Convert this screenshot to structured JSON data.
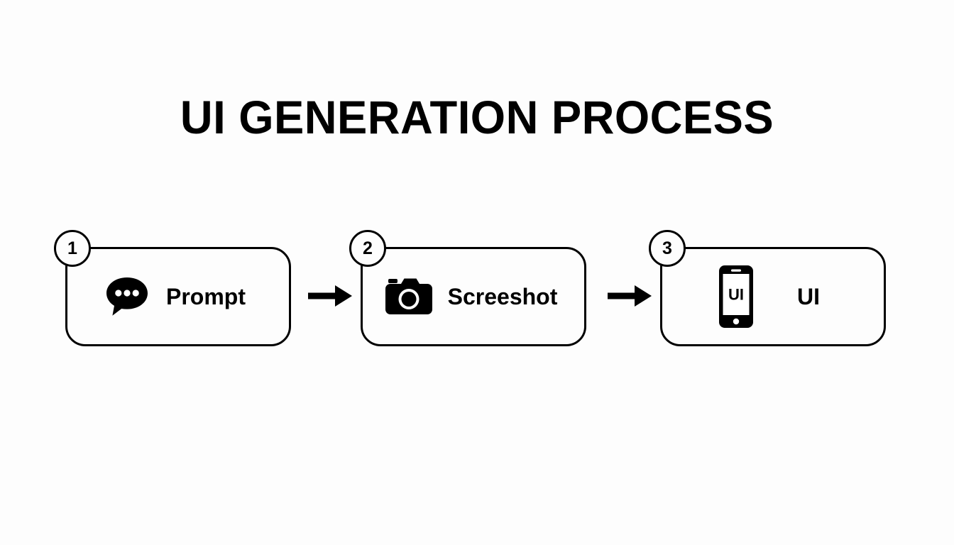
{
  "slide": {
    "title": "UI GENERATION PROCESS",
    "background_color": "#fdfdfd",
    "ink_color": "#000000"
  },
  "flow": {
    "orientation": "horizontal",
    "connector": "arrow-right",
    "steps": [
      {
        "number": "1",
        "label": "Prompt",
        "icon": "speech-bubble-dots-icon"
      },
      {
        "number": "2",
        "label": "Screeshot",
        "icon": "camera-icon"
      },
      {
        "number": "3",
        "label": "UI",
        "icon": "smartphone-icon",
        "icon_screen_text": "UI"
      }
    ],
    "arrows": [
      {
        "name": "arrow-step1-to-step2"
      },
      {
        "name": "arrow-step2-to-step3"
      }
    ]
  }
}
